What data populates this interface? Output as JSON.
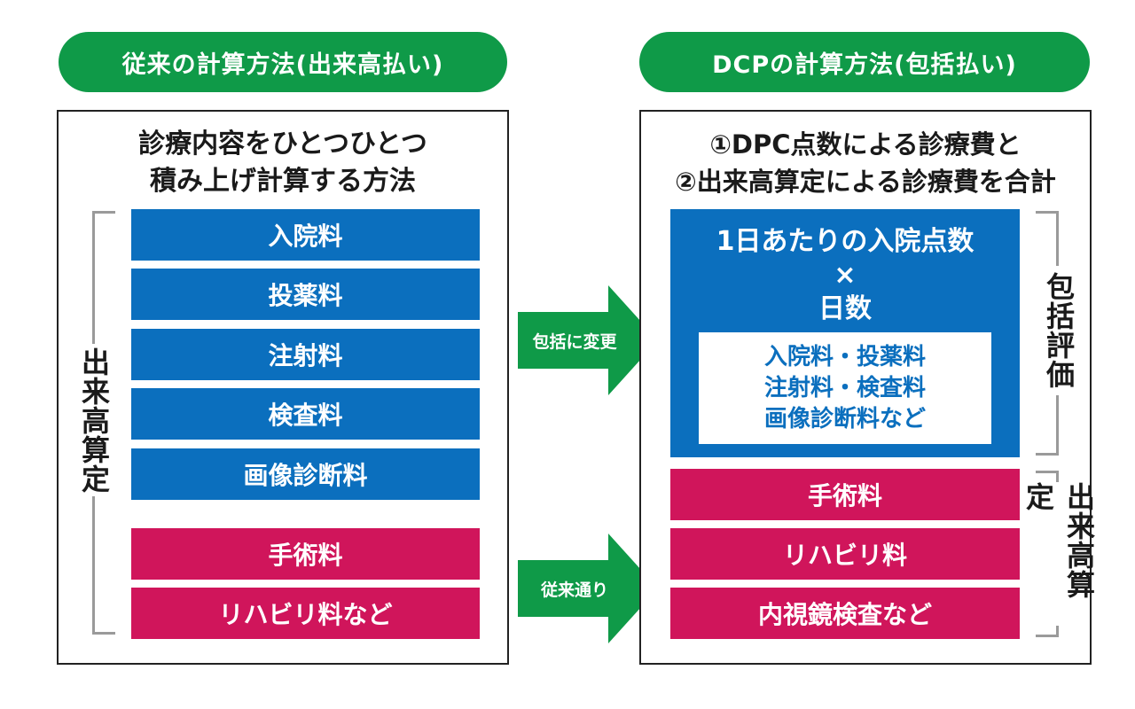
{
  "left": {
    "header": "従来の計算方法(出来高払い)",
    "heading_lines": [
      "診療内容をひとつひとつ",
      "積み上げ計算する方法"
    ],
    "blue_items": [
      "入院料",
      "投薬料",
      "注射料",
      "検査料",
      "画像診断料"
    ],
    "red_items": [
      "手術料",
      "リハビリ料など"
    ],
    "side_label": "出来高算定"
  },
  "arrows": {
    "top": "包括に変更",
    "bottom": "従来通り"
  },
  "right": {
    "header": "DCPの計算方法(包括払い)",
    "heading_lines": [
      "①DPC点数による診療費と",
      "②出来高算定による診療費を合計"
    ],
    "formula": {
      "line1": "1日あたりの入院点数",
      "operator": "×",
      "line2": "日数"
    },
    "included_items": [
      "入院料・投薬料",
      "注射料・検査料",
      "画像診断料など"
    ],
    "red_items": [
      "手術料",
      "リハビリ料",
      "内視鏡検査など"
    ],
    "side_label_top": "包括評価",
    "side_label_bottom": "出来高算定"
  },
  "colors": {
    "green": "#0f9a48",
    "blue": "#0b6fbe",
    "red": "#d0155b",
    "bracket": "#9a9a9a"
  }
}
